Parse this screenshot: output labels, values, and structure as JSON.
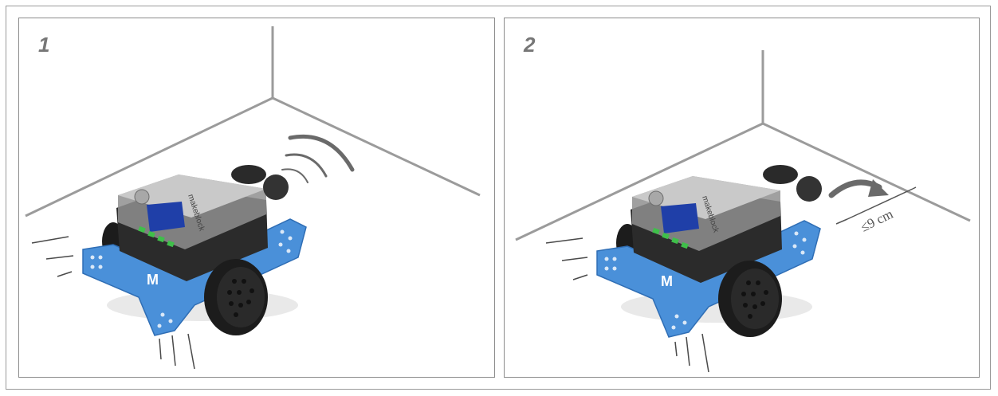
{
  "panels": [
    {
      "number": "1"
    },
    {
      "number": "2",
      "distance_label": "≤9 cm"
    }
  ],
  "colors": {
    "wall_lines": "#9b9b9b",
    "frame_blue": "#4a90d9",
    "body_dark": "#2b2b2b",
    "wheel": "#1c1c1c",
    "lcd": "#1f3fa8",
    "led_green": "#3fbf4a"
  },
  "robot_brand": "makeblock"
}
